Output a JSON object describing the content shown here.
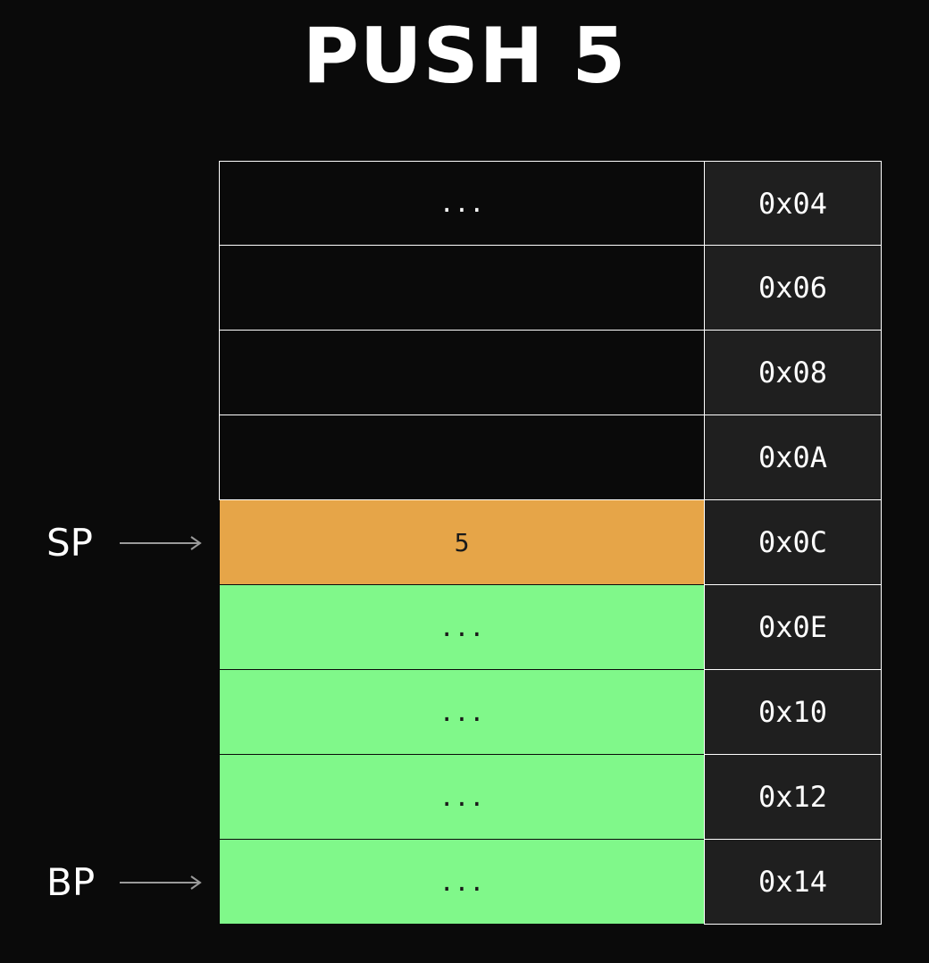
{
  "title": "PUSH 5",
  "rows": [
    {
      "value": "...",
      "address": "0x04",
      "state": "empty"
    },
    {
      "value": "",
      "address": "0x06",
      "state": "empty"
    },
    {
      "value": "",
      "address": "0x08",
      "state": "empty"
    },
    {
      "value": "",
      "address": "0x0A",
      "state": "empty"
    },
    {
      "value": "5",
      "address": "0x0C",
      "state": "pushed"
    },
    {
      "value": "...",
      "address": "0x0E",
      "state": "frame"
    },
    {
      "value": "...",
      "address": "0x10",
      "state": "frame"
    },
    {
      "value": "...",
      "address": "0x12",
      "state": "frame"
    },
    {
      "value": "...",
      "address": "0x14",
      "state": "frame"
    }
  ],
  "pointers": {
    "sp": {
      "label": "SP",
      "address": "0x0C"
    },
    "bp": {
      "label": "BP",
      "address": "0x14"
    }
  },
  "colors": {
    "background": "#0a0a0a",
    "pushed": "#e6a548",
    "frame": "#80f88a",
    "address_cell": "#1f1f1f",
    "arrow": "#9a9a9a"
  }
}
